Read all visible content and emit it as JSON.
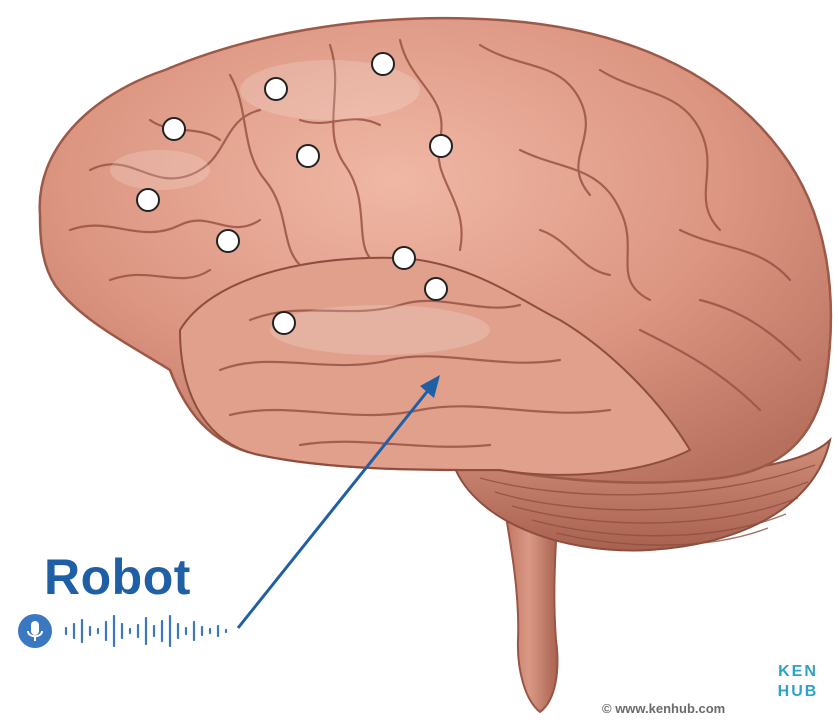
{
  "label": {
    "word": "Robot"
  },
  "pins": {
    "count": 10,
    "highlight_arrow": true
  },
  "brand": {
    "line1": "KEN",
    "line2": "HUB",
    "credit": "© www.kenhub.com"
  },
  "icons": {
    "mic": "microphone-icon",
    "wave": "audio-waveform-icon"
  },
  "colors": {
    "label": "#1f5fa6",
    "arrow": "#1f5fa6",
    "brain": "#dd9a86",
    "brand": "#2fa3c6"
  }
}
